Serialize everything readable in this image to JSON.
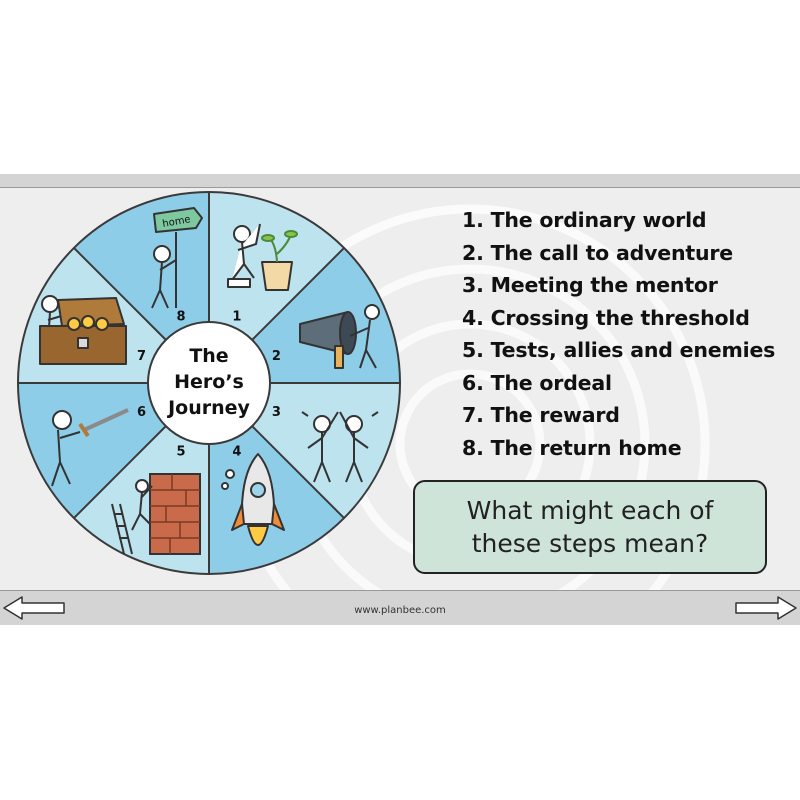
{
  "wheel": {
    "center_title_lines": [
      "The",
      "Hero’s",
      "Journey"
    ],
    "segment_numbers": [
      "1",
      "2",
      "3",
      "4",
      "5",
      "6",
      "7",
      "8"
    ],
    "segment_colors": [
      "#bde3ef",
      "#8ecde8"
    ],
    "home_sign": "home"
  },
  "steps": [
    "1. The ordinary world",
    "2. The call to adventure",
    "3. Meeting the mentor",
    "4. Crossing the threshold",
    "5. Tests, allies and enemies",
    "6. The ordeal",
    "7. The reward",
    "8. The return home"
  ],
  "question": "What might each of these steps mean?",
  "footer": {
    "url": "www.planbee.com"
  },
  "icons": {
    "prev": "left-arrow-icon",
    "next": "right-arrow-icon",
    "segments": [
      "gardener-icon",
      "megaphone-icon",
      "friends-high-five-icon",
      "rocket-icon",
      "brick-wall-climber-icon",
      "sword-icon",
      "treasure-chest-icon",
      "home-sign-icon"
    ]
  }
}
